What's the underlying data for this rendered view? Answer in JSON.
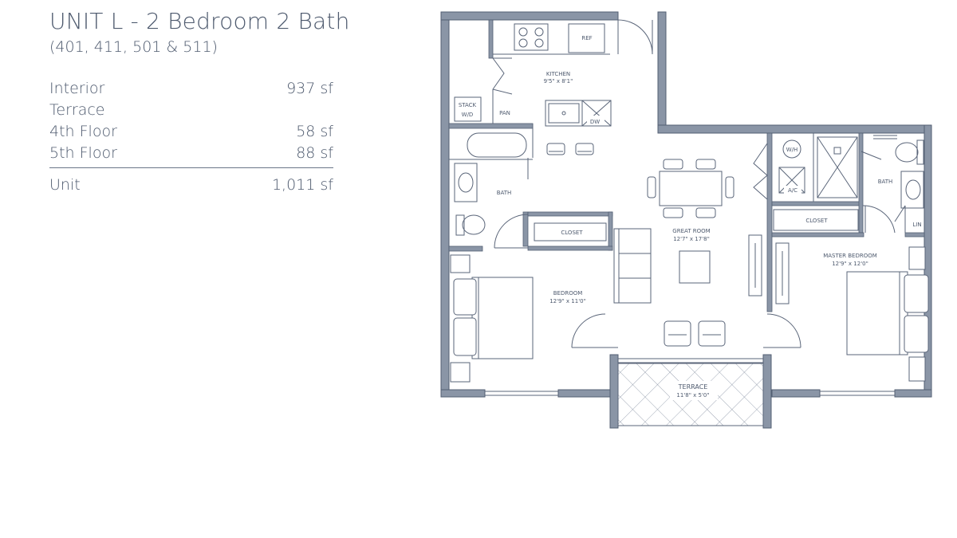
{
  "unit": {
    "title": "UNIT L - 2 Bedroom 2 Bath",
    "units_list": "(401, 411, 501 & 511)"
  },
  "areas": {
    "interior_label": "Interior",
    "interior_value": "937 sf",
    "terrace_label": "Terrace",
    "floor4_label": "4th Floor",
    "floor4_value": "58 sf",
    "floor5_label": "5th Floor",
    "floor5_value": "88 sf",
    "total_label": "Unit",
    "total_value": "1,011 sf"
  },
  "rooms": {
    "kitchen": {
      "name": "KITCHEN",
      "dims": "9'5\" x 8'1\""
    },
    "great_room": {
      "name": "GREAT ROOM",
      "dims": "12'7\" x 17'8\""
    },
    "bedroom": {
      "name": "BEDROOM",
      "dims": "12'9\" x 11'0\""
    },
    "master_bedroom": {
      "name": "MASTER BEDROOM",
      "dims": "12'9\" x 12'0\""
    },
    "terrace": {
      "name": "TERRACE",
      "dims": "11'8\" x 5'0\""
    },
    "bath_left": "BATH",
    "bath_right": "BATH",
    "closet_left": "CLOSET",
    "closet_right": "CLOSET",
    "stack_line1": "STACK",
    "stack_line2": "W/D",
    "pan": "PAN",
    "ref": "REF",
    "dw": "DW",
    "wh": "W/H",
    "ac": "A/C",
    "lin": "LIN"
  },
  "colors": {
    "wall_fill": "#8a95a6",
    "wall_stroke": "#535f73",
    "line": "#5a6579",
    "text": "#4e5a6e"
  }
}
